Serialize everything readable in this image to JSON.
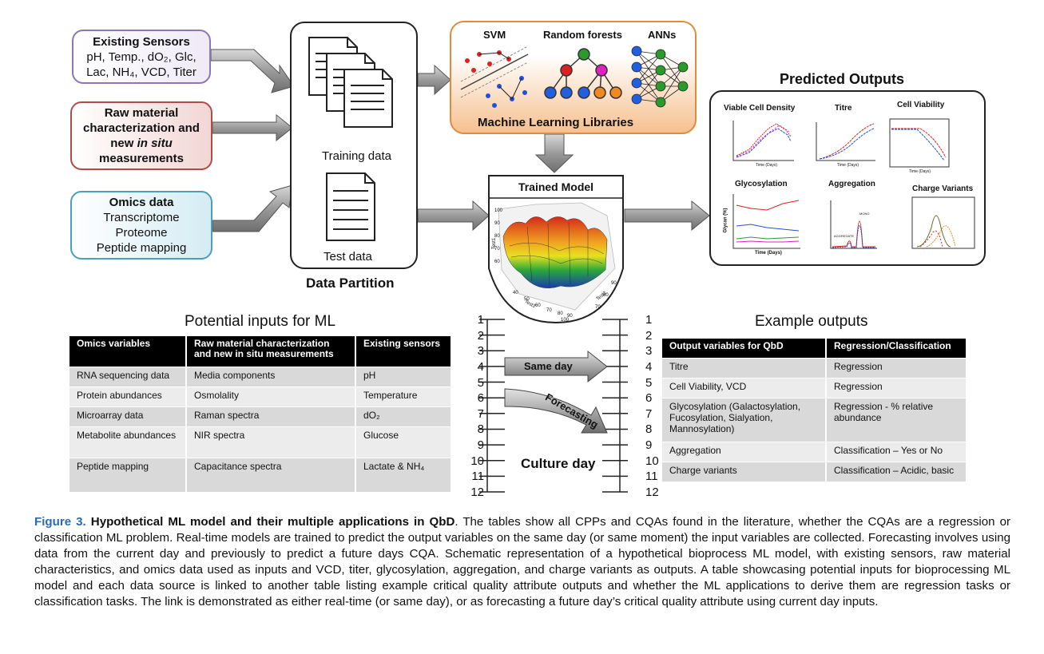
{
  "inputs": {
    "sensors": {
      "title": "Existing Sensors",
      "line1": "pH, Temp., dO₂, Glc,",
      "line2": "Lac, NH₄, VCD, Titer"
    },
    "raw": {
      "line1": "Raw material",
      "line2": "characterization and",
      "line3_pre": "new ",
      "line3_em": "in situ",
      "line4": "measurements"
    },
    "omics": {
      "title": "Omics data",
      "line1": "Transcriptome",
      "line2": "Proteome",
      "line3": "Peptide mapping"
    }
  },
  "partition": {
    "training_label": "Training data",
    "test_label": "Test data",
    "title": "Data Partition"
  },
  "ml": {
    "svm": "SVM",
    "rf": "Random forests",
    "ann": "ANNs",
    "title": "Machine Learning Libraries"
  },
  "model": {
    "title": "Trained Model",
    "axis_z": [
      "100",
      "90",
      "80",
      "70",
      "60"
    ],
    "axis_x": [
      "90",
      "80",
      "70"
    ],
    "axis_y": [
      "40",
      "50",
      "60",
      "70",
      "80",
      "90",
      "100"
    ],
    "z_label": "Test1",
    "x_label": "Test2",
    "y_label": "Test3"
  },
  "predicted": {
    "title": "Predicted Outputs",
    "charts": [
      "Viable Cell Density",
      "Titre",
      "Cell Viability",
      "Glycosylation",
      "Aggregation",
      "Charge Variants"
    ],
    "small": {
      "time_days": "Time (Days)",
      "glycan": "Glycan (%)",
      "monomer": "MONO",
      "aggregate": "AGGREGATE"
    }
  },
  "inputs_table": {
    "title": "Potential inputs for ML",
    "headers": [
      "Omics variables",
      "Raw material characterization and new in situ  measurements",
      "Existing sensors"
    ],
    "rows": [
      [
        "RNA sequencing data",
        "Media components",
        "pH"
      ],
      [
        "Protein abundances",
        "Osmolality",
        "Temperature"
      ],
      [
        "Microarray data",
        "Raman spectra",
        "dO₂"
      ],
      [
        "Metabolite abundances",
        "NIR spectra",
        "Glucose"
      ],
      [
        "Peptide mapping",
        "Capacitance spectra",
        "Lactate & NH₄"
      ]
    ]
  },
  "timeline": {
    "days": [
      "1",
      "2",
      "3",
      "4",
      "5",
      "6",
      "7",
      "8",
      "9",
      "10",
      "11",
      "12"
    ],
    "same_day": "Same day",
    "forecasting": "Forecasting",
    "label": "Culture day"
  },
  "outputs_table": {
    "title": "Example outputs",
    "headers": [
      "Output variables for QbD",
      "Regression/Classification"
    ],
    "rows": [
      [
        "Titre",
        "Regression"
      ],
      [
        "Cell Viability, VCD",
        "Regression"
      ],
      [
        "Glycosylation (Galactosylation, Fucosylation, Sialyation, Mannosylation)",
        "Regression - % relative abundance"
      ],
      [
        "Aggregation",
        "Classification – Yes or No"
      ],
      [
        "Charge variants",
        "Classification – Acidic, basic"
      ]
    ]
  },
  "caption": {
    "fig": "Figure 3.",
    "bold": "Hypothetical ML model and their multiple applications in QbD",
    "text": ". The tables show all CPPs and CQAs found in the literature, whether the CQAs are a regression or classification ML problem. Real-time models are trained to predict the output variables on the same day (or same moment) the input variables are collected. Forecasting involves using data from the current day and previously to predict a future days CQA. Schematic representation of a hypothetical bioprocess ML model, with existing sensors, raw material characteristics, and omics data used as inputs and VCD, titer, glycosylation, aggregation, and charge variants as outputs. A table showcasing potential inputs for bioprocessing ML model and each data source is linked to another table listing example critical quality attribute outputs and whether the ML applications to derive them are regression tasks or classification tasks. The link is demonstrated as either real-time (or same day), or as forecasting a future day’s critical quality attribute using current day inputs."
  }
}
